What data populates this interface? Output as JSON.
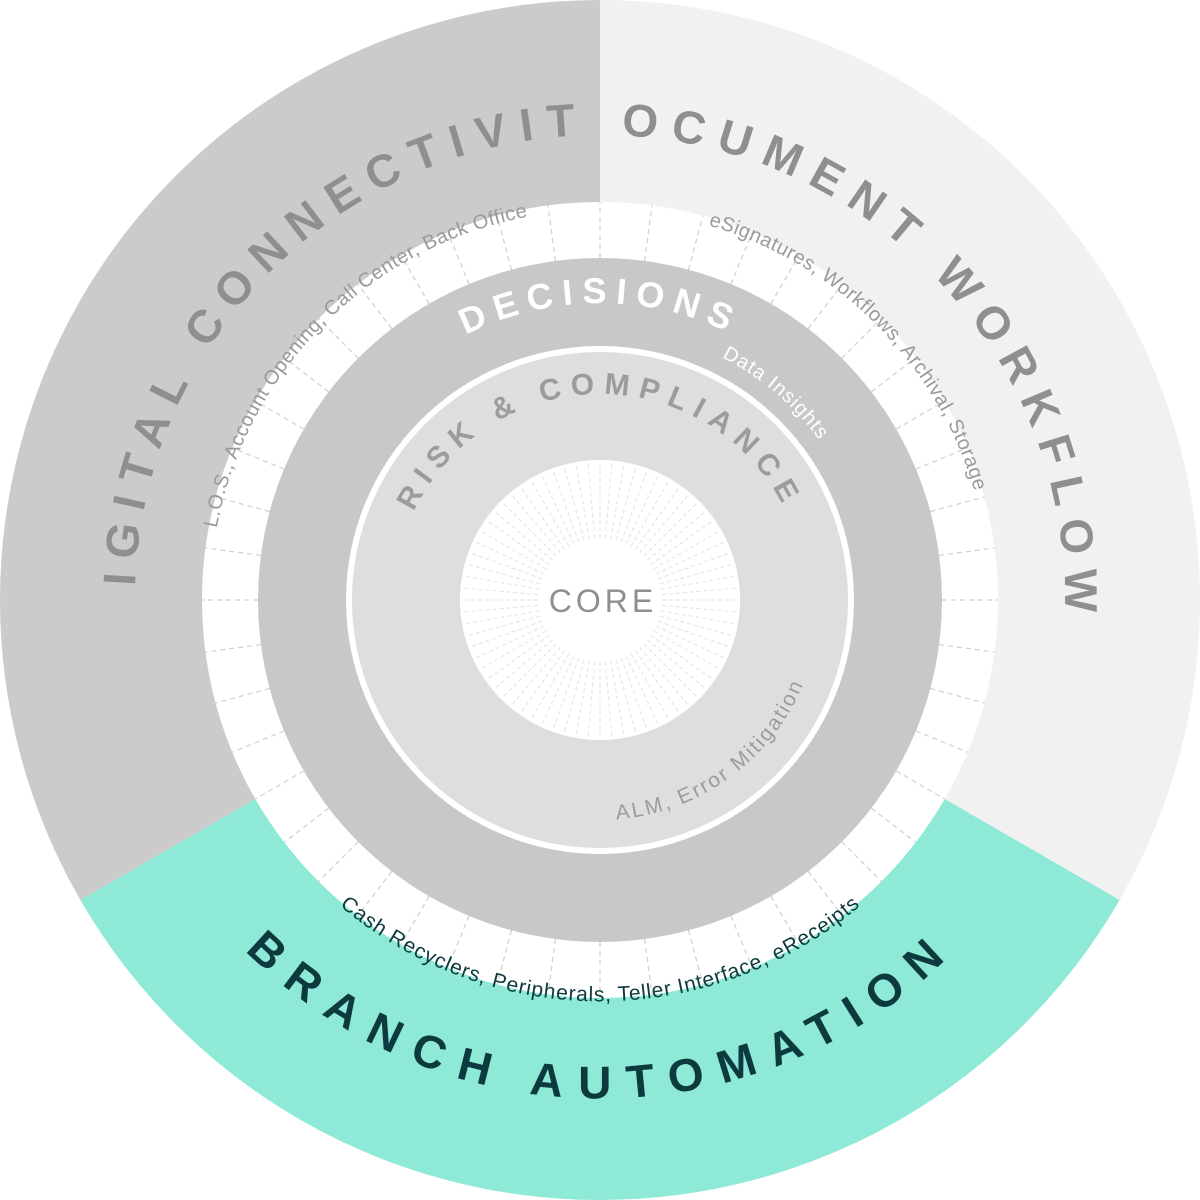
{
  "segments": {
    "digital": {
      "title": "DIGITAL CONNECTIVITY",
      "subtitle": "L.O.S., Account Opening, Call Center, Back Office",
      "fill": "#cbcbcb",
      "title_color": "#8f8f8f",
      "subtitle_color": "#9a9a9a"
    },
    "document": {
      "title": "DOCUMENT WORKFLOW",
      "subtitle": "eSignatures, Workflows, Archival, Storage",
      "fill": "#f1f1f1",
      "title_color": "#8f8f8f",
      "subtitle_color": "#9a9a9a"
    },
    "branch": {
      "title": "BRANCH AUTOMATION",
      "subtitle": "Cash Recyclers, Peripherals, Teller Interface, eReceipts",
      "fill": "#8ee9d6",
      "title_color": "#0d3a3e",
      "subtitle_color": "#0d3a3e"
    }
  },
  "rings": {
    "decisions": {
      "title": "DECISIONS",
      "subtitle": "Data Insights",
      "fill": "#c8c8c8",
      "text_color": "#ffffff"
    },
    "risk": {
      "title": "RISK & COMPLIANCE",
      "subtitle": "ALM, Error Mitigation",
      "fill": "#dedede",
      "text_color": "#9c9c9c"
    },
    "core": {
      "title": "CORE",
      "fill": "#ffffff",
      "text_color": "#8f8f8f"
    }
  }
}
